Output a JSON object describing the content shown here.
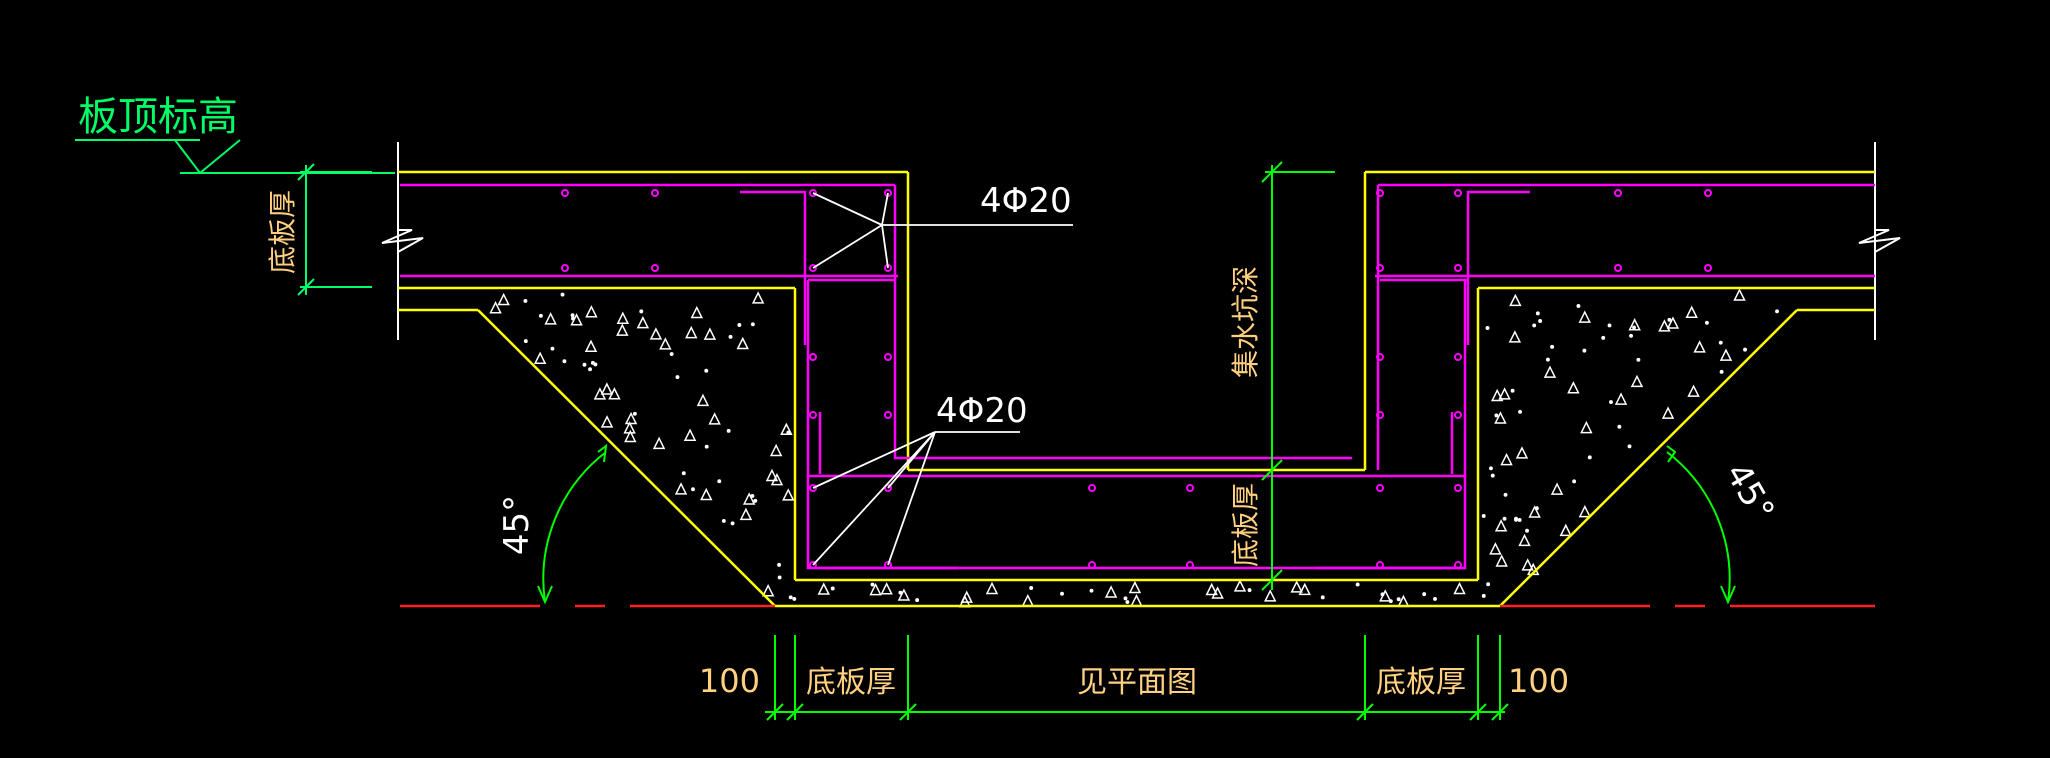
{
  "labels": {
    "slab_top_elevation": "板顶标高",
    "bottom_slab_thickness": "底板厚",
    "pit_depth": "集水坑深",
    "rebar_top": "4Φ20",
    "rebar_mid": "4Φ20",
    "angle_left": "45°",
    "angle_right": "45°",
    "dim_left_100": "100",
    "dim_right_100": "100",
    "dim_plan": "见平面图"
  },
  "colors": {
    "background": "#000000",
    "concrete_outline": "#ffff00",
    "rebar": "#ff00ff",
    "dimension": "#00ff00",
    "elevation": "#00ff66",
    "leader": "#ffffff",
    "ground": "#ff0000",
    "dim_text": "#ffd080",
    "hatch": "#ffffff"
  }
}
